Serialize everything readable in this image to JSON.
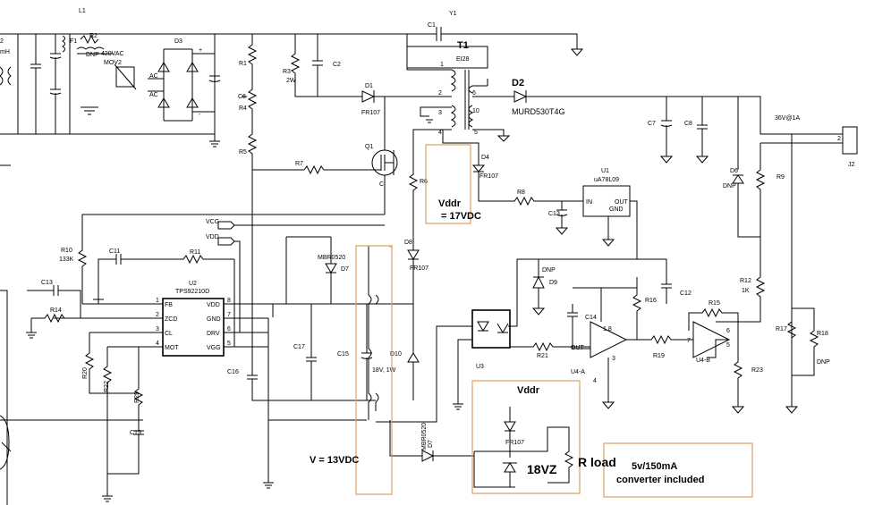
{
  "labels": {
    "left_top": "2",
    "left_mh": "mH",
    "l2": "L1",
    "r2": "R2",
    "dnp_r2": "DNP",
    "vac420": "420VAC",
    "mov2": "MOV2",
    "f1": "F1",
    "d3": "D3",
    "ac1": "AC",
    "ac2": "AC",
    "plus": "+",
    "minus": "-",
    "r1": "R1",
    "c6": "C6",
    "r4": "R4",
    "r5": "R5",
    "r3": "R3",
    "r3_2w": "2W",
    "c2": "C2",
    "d1": "D1",
    "fr107_d1": "FR107",
    "c1": "C1",
    "y1": "Y1",
    "t1": "T1",
    "ei28": "EI28",
    "pin1": "1",
    "pin2": "2",
    "pin3": "3",
    "pin4": "4",
    "pin6": "6",
    "pin10": "10",
    "pin5": "5",
    "d2": "D2",
    "murd": "MURD530T4G",
    "c7": "C7",
    "c8": "C8",
    "out_36v": "36V@1A",
    "j2": "J2",
    "j2_pin2": "2",
    "d6": "D6",
    "dnp_d6": "DNP",
    "r9": "R9",
    "r12": "R12",
    "r12_val": "1K",
    "q1": "Q1",
    "q1_c": "C",
    "r7": "R7",
    "r6": "R6",
    "d4": "D4",
    "fr107_d4": "FR107",
    "r8": "R8",
    "u1": "U1",
    "ua78l09": "uA78L09",
    "u1_in": "IN",
    "u1_out": "OUT",
    "u1_gnd": "GND",
    "c13": "C13",
    "c12": "C12",
    "dnp_d9": "DNP",
    "d9": "D9",
    "u3": "U3",
    "r21": "R21",
    "c14": "C14",
    "u4a_out": "OUT",
    "u4a": "U4-A",
    "u4a_pin4": "4",
    "u4a_pin18": "1 8",
    "u4a_pin3": "3",
    "r16": "R16",
    "r19": "R19",
    "r15": "R15",
    "u4b": "U4-B",
    "u4b_pin6": "6",
    "u4b_pin5": "5",
    "u4b_pin7": "7",
    "r23": "R23",
    "r17": "R17",
    "r18": "R18",
    "dnp_r18": "DNP",
    "vcg": "VCG",
    "vdd_top": "VDD",
    "tps92210d": "TPS92210D",
    "u2": "U2",
    "u2_fb": "FB",
    "u2_zcd": "ZCD",
    "u2_cl": "CL",
    "u2_mot": "MOT",
    "u2_vdd": "VDD",
    "u2_gnd": "GND",
    "u2_drv": "DRV",
    "u2_vgg": "VGG",
    "u2_p1": "1",
    "u2_p2": "2",
    "u2_p3": "3",
    "u2_p4": "4",
    "u2_p8": "8",
    "u2_p7": "7",
    "u2_p6": "6",
    "u2_p5": "5",
    "r10": "R10",
    "r10_val": "133K",
    "c11": "C11",
    "r11": "R11",
    "c13_left": "C13",
    "r14": "R14",
    "r20": "R20",
    "r22": "R22",
    "r25": "R25",
    "c19": "C19",
    "c16": "C16",
    "mbr0520_top": "MBR0520",
    "d7_top": "D7",
    "d8": "D8",
    "fr107_d8": "FR107",
    "c17": "C17",
    "c15": "C15",
    "d10": "D10",
    "v18_1w": "18V, 1W",
    "mbr0520_bottom": "MBR0520",
    "d7_bottom": "D7",
    "fr107_load": "FR107"
  },
  "annotations": {
    "vddr_top": "Vddr",
    "vddr_value": "= 17VDC",
    "vddr_bottom": "Vddr",
    "zener_18vz": "18VZ",
    "r_load": "R load",
    "v_13v": "V = 13VDC",
    "converter_line1": "5v/150mA",
    "converter_line2": "converter included"
  },
  "colors": {
    "wire": "#000000",
    "highlight_box": "#e0a060",
    "background": "#ffffff"
  }
}
